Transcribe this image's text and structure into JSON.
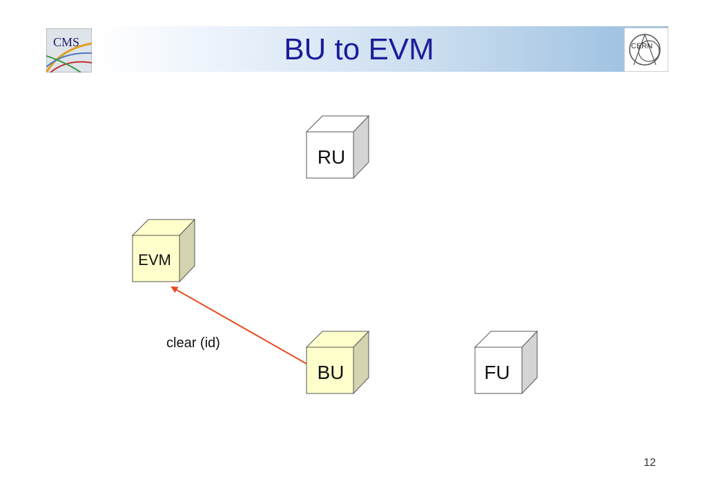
{
  "slide": {
    "title": "BU to EVM",
    "page_number": "12",
    "logos": {
      "left": "cms-logo",
      "right": "cern-logo"
    },
    "cms_logo_text": "CMS",
    "cern_logo_text": "CERN"
  },
  "diagram": {
    "nodes": [
      {
        "id": "ru",
        "label": "RU",
        "fill": "#ffffff"
      },
      {
        "id": "evm",
        "label": "EVM",
        "fill": "#ffffcc"
      },
      {
        "id": "bu",
        "label": "BU",
        "fill": "#ffffcc"
      },
      {
        "id": "fu",
        "label": "FU",
        "fill": "#ffffff"
      }
    ],
    "edges": [
      {
        "from": "bu",
        "to": "evm",
        "label": "clear (id)",
        "color": "#e8491d"
      }
    ]
  }
}
